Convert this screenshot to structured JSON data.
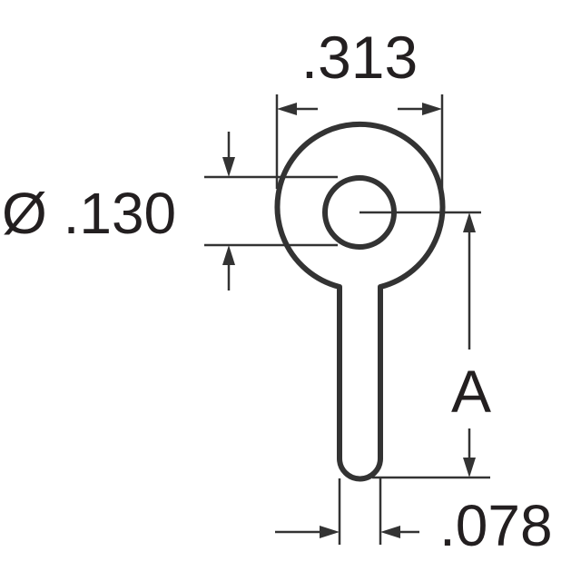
{
  "dimensions": {
    "overall_width": ".313",
    "hole_diameter": "Ø .130",
    "hole_to_tip": "A",
    "shank_width": ".078"
  },
  "colors": {
    "line": "#333333",
    "text": "#231f20",
    "background": "#ffffff"
  }
}
